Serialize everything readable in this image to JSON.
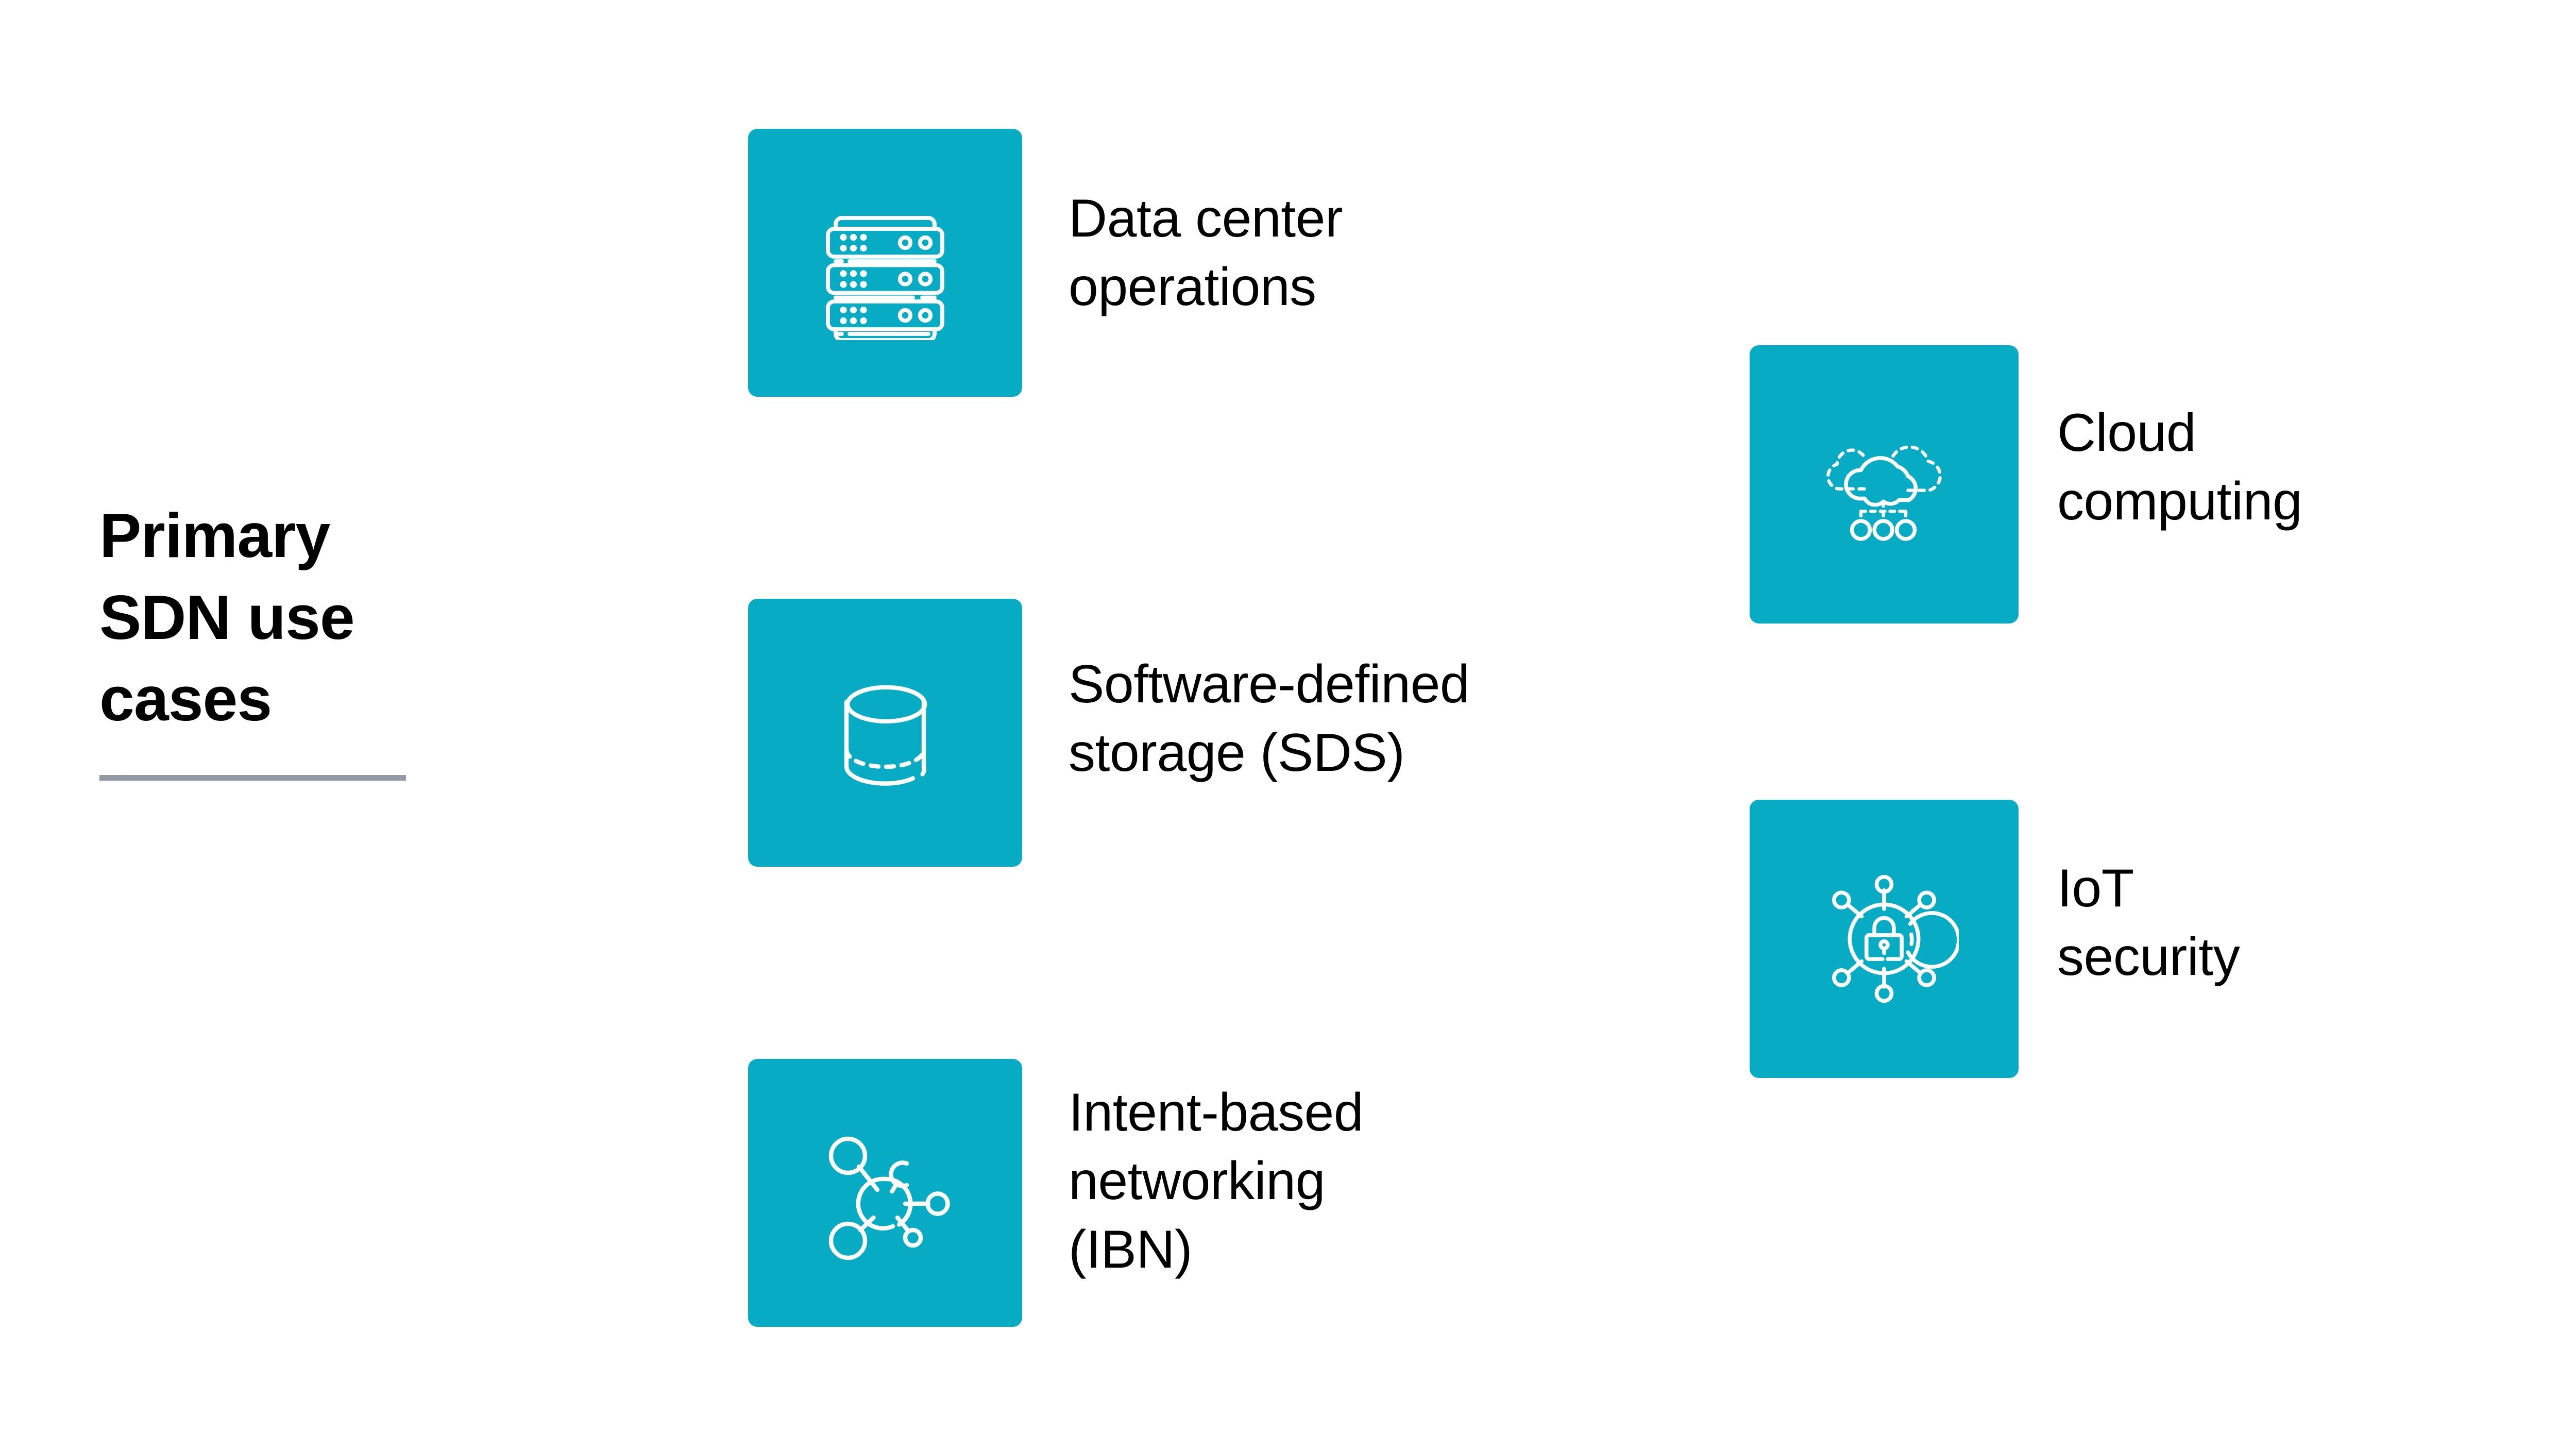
{
  "page": {
    "background_color": "#FFFFFF",
    "accent_color": "#08ABC4",
    "rule_color": "#939AA3",
    "text_color": "#000000",
    "icon_stroke_color": "#FFFFFF"
  },
  "title": {
    "text": "Primary\nSDN use\ncases",
    "has_rule": true
  },
  "columns": {
    "left": {
      "items": [
        {
          "label": "Data center\noperations",
          "icon": "server-rack-icon"
        },
        {
          "label": "Software-defined\nstorage (SDS)",
          "icon": "database-cylinder-icon"
        },
        {
          "label": "Intent-based\nnetworking\n(IBN)",
          "icon": "network-nodes-icon"
        }
      ]
    },
    "right": {
      "items": [
        {
          "label": "Cloud\ncomputing",
          "icon": "cloud-network-icon"
        },
        {
          "label": "IoT\nsecurity",
          "icon": "iot-lock-security-icon"
        }
      ]
    }
  }
}
